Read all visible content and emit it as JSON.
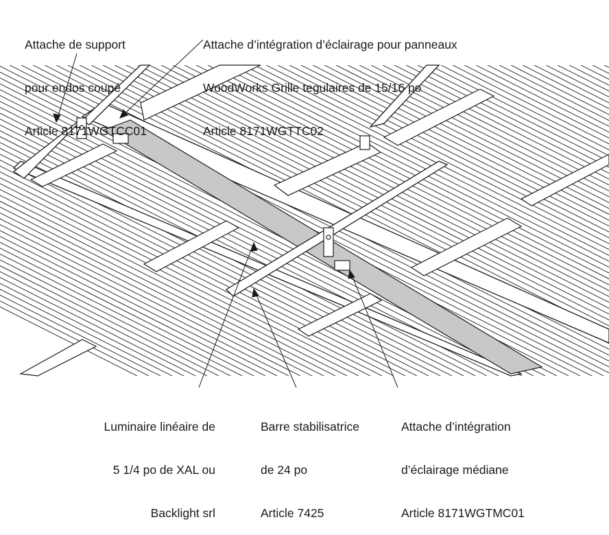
{
  "labels": {
    "top_left": [
      "Attache de support",
      "pour endos coupé",
      "Article 8171WGTCC01"
    ],
    "top_right": [
      "Attache d’intégration d’éclairage pour panneaux",
      "WoodWorks Grille tegulaires de 15/16 po",
      "Article 8171WGTTC02"
    ],
    "bottom_left": [
      "Luminaire linéaire de",
      "5 1/4 po de XAL ou",
      "Backlight srl"
    ],
    "bottom_middle": [
      "Barre stabilisatrice",
      "de 24 po",
      "Article 7425"
    ],
    "bottom_right": [
      "Attache d’intégration",
      "d’éclairage médiane",
      "Article 8171WGTMC01"
    ]
  },
  "colors": {
    "line": "#1a1a1a",
    "fixture": "#c8c8c8",
    "background": "#ffffff"
  }
}
